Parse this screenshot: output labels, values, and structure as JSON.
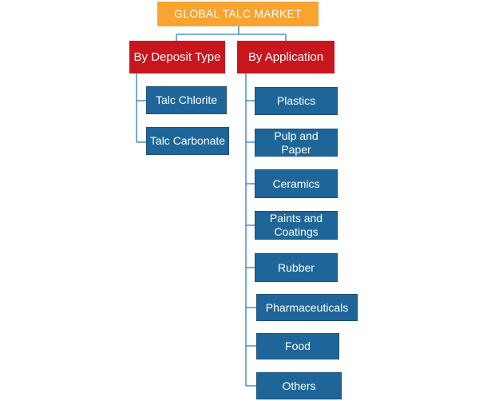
{
  "root": {
    "label": "GLOBAL TALC MARKET"
  },
  "categories": [
    {
      "label": "By Deposit Type",
      "items": [
        "Talc Chlorite",
        "Talc Carbonate"
      ]
    },
    {
      "label": "By Application",
      "items": [
        "Plastics",
        "Pulp and Paper",
        "Ceramics",
        "Paints and Coatings",
        "Rubber",
        "Pharmaceuticals",
        "Food",
        "Others"
      ]
    }
  ],
  "colors": {
    "root": "#f7a430",
    "category": "#c8161e",
    "leaf": "#1e6699",
    "connector": "#2f7fb8"
  }
}
